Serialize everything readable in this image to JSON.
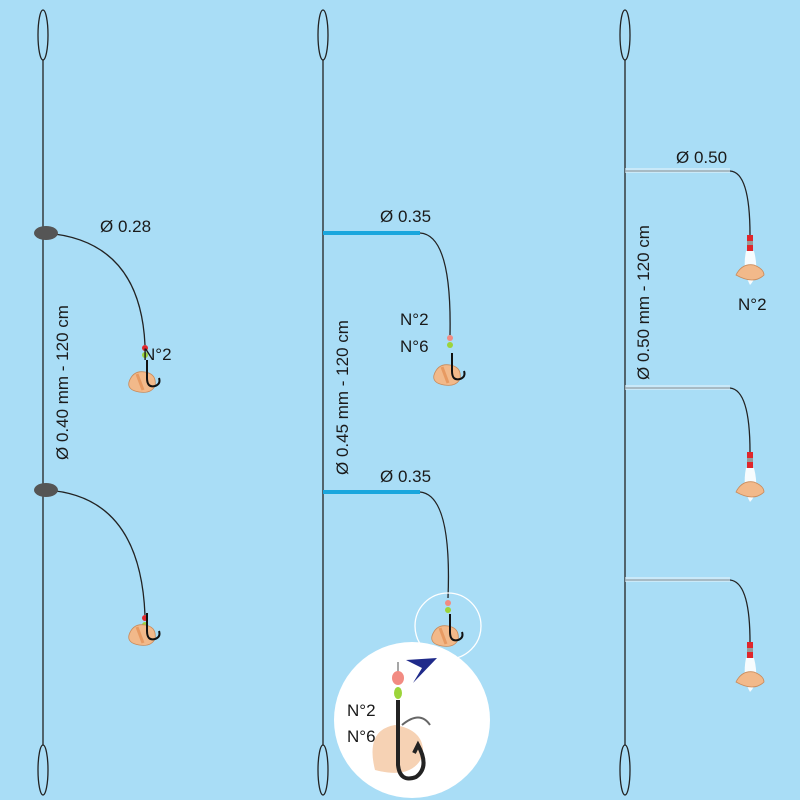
{
  "rigs": [
    {
      "main_line_label": "Ø 0.40 mm - 120 cm",
      "branch_label": "Ø 0.28",
      "hook_label": "N°2"
    },
    {
      "main_line_label": "Ø 0.45 mm - 120 cm",
      "branch_label_1": "Ø 0.35",
      "branch_label_2": "Ø 0.35",
      "hook_label_a": "N°2",
      "hook_label_b": "N°6",
      "detail_hook_label_a": "N°2",
      "detail_hook_label_b": "N°6"
    },
    {
      "main_line_label": "Ø 0.50 mm - 120 cm",
      "branch_label": "Ø 0.50",
      "hook_label": "N°2"
    }
  ],
  "colors": {
    "background": "#a9ddf6",
    "boom": "#1aa6dd",
    "bead_red": "#e0262b",
    "bead_green": "#9cd43a",
    "bait": "#f2b98a",
    "arrow": "#1f2a8a"
  }
}
